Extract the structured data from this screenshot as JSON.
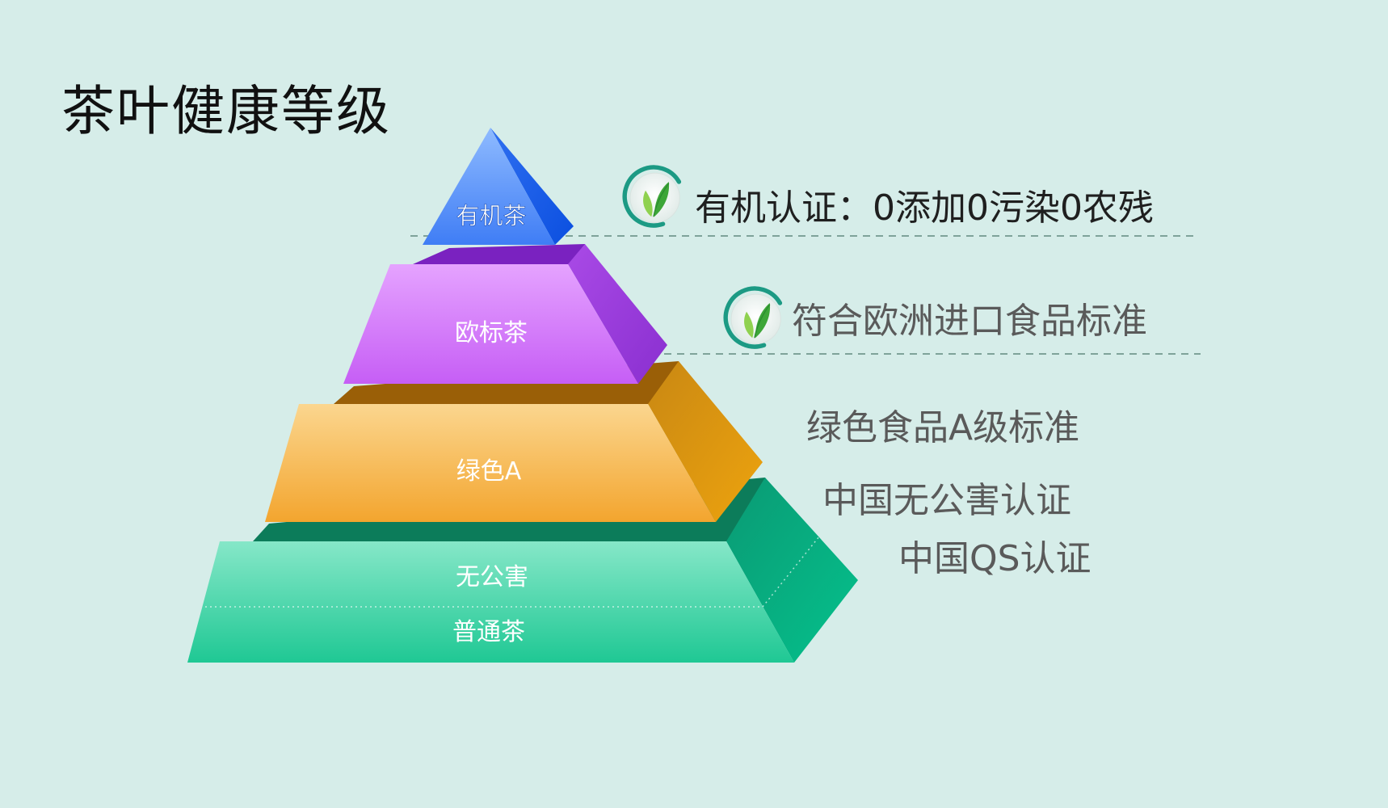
{
  "title": "茶叶健康等级",
  "tiers": [
    {
      "name": "有机茶"
    },
    {
      "name": "欧标茶"
    },
    {
      "name": "绿色A"
    },
    {
      "name": "无公害"
    },
    {
      "name": "普通茶"
    }
  ],
  "descriptions": [
    "有机认证：0添加0污染0农残",
    "符合欧洲进口食品标准",
    "绿色食品A级标准",
    "中国无公害认证",
    "中国QS认证"
  ],
  "colors": {
    "background": "#d6ede9",
    "organic": "#3f7df5",
    "eu_standard": "#c65ef5",
    "green_a": "#f4b04a",
    "pollution_free": "#35cf9f",
    "badge_ring": "#1c9a84",
    "leaf": "#6cbd35"
  },
  "icons": [
    "tea-leaf-badge-icon",
    "tea-leaf-badge-icon"
  ]
}
